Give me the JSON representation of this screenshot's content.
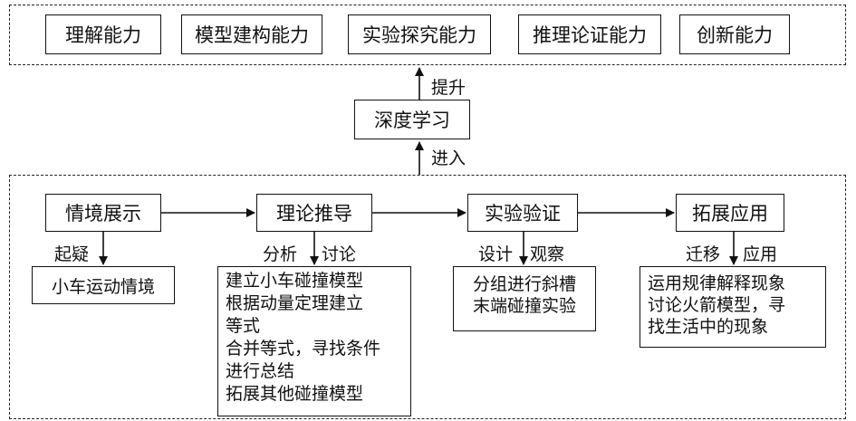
{
  "abilities": [
    "理解能力",
    "模型建构能力",
    "实验探究能力",
    "推理论证能力",
    "创新能力"
  ],
  "center": {
    "label": "深度学习",
    "up_label": "提升",
    "in_label": "进入"
  },
  "stages": [
    {
      "title": "情境展示",
      "verb_left": "起疑",
      "verb_right": "",
      "lines": [
        "小车运动情境"
      ]
    },
    {
      "title": "理论推导",
      "verb_left": "分析",
      "verb_right": "讨论",
      "lines": [
        "建立小车碰撞模型",
        "根据动量定理建立",
        "等式",
        "合并等式，寻找条件",
        "进行总结",
        "拓展其他碰撞模型"
      ]
    },
    {
      "title": "实验验证",
      "verb_left": "设计",
      "verb_right": "观察",
      "lines": [
        "分组进行斜槽",
        "末端碰撞实验"
      ]
    },
    {
      "title": "拓展应用",
      "verb_left": "迁移",
      "verb_right": "应用",
      "lines": [
        "运用规律解释现象",
        "讨论火箭模型，寻",
        "找生活中的现象"
      ]
    }
  ]
}
